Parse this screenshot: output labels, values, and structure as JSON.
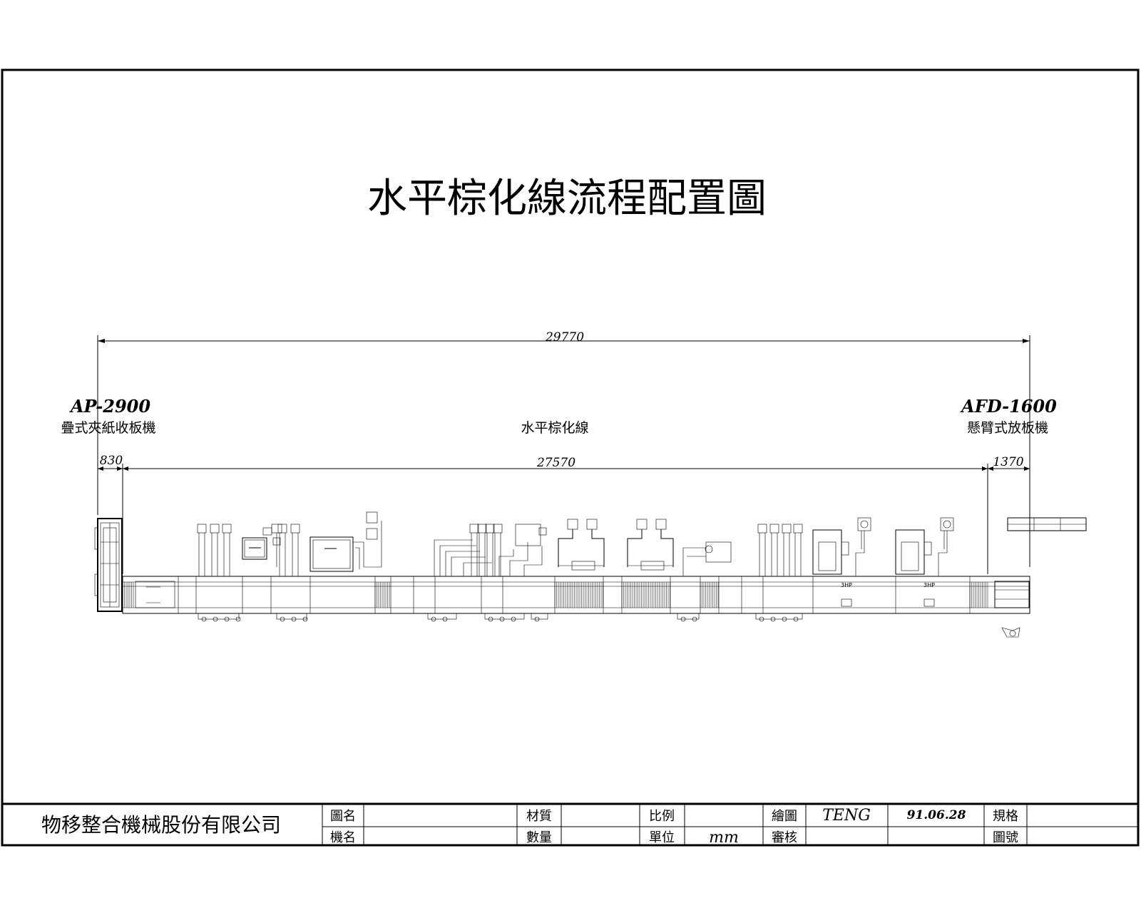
{
  "drawing": {
    "title": "水平棕化線流程配置圖",
    "overall_dimension": "29770",
    "sections": {
      "left": {
        "model": "AP-2900",
        "name": "疊式夾紙收板機",
        "dimension": "830"
      },
      "center": {
        "name": "水平棕化線",
        "dimension": "27570"
      },
      "right": {
        "model": "AFD-1600",
        "name": "懸臂式放板機",
        "dimension": "1370"
      }
    },
    "motor_labels": [
      "3HP",
      "3HP"
    ]
  },
  "title_block": {
    "company": "物移整合機械股份有限公司",
    "fields": {
      "drawing_name_label": "圖名",
      "machine_name_label": "機名",
      "material_label": "材質",
      "quantity_label": "數量",
      "scale_label": "比例",
      "unit_label": "單位",
      "unit_value": "mm",
      "drawn_label": "繪圖",
      "drawn_value": "TENG",
      "date_value": "91.06.28",
      "check_label": "審核",
      "spec_label": "規格",
      "drawing_no_label": "圖號"
    }
  }
}
